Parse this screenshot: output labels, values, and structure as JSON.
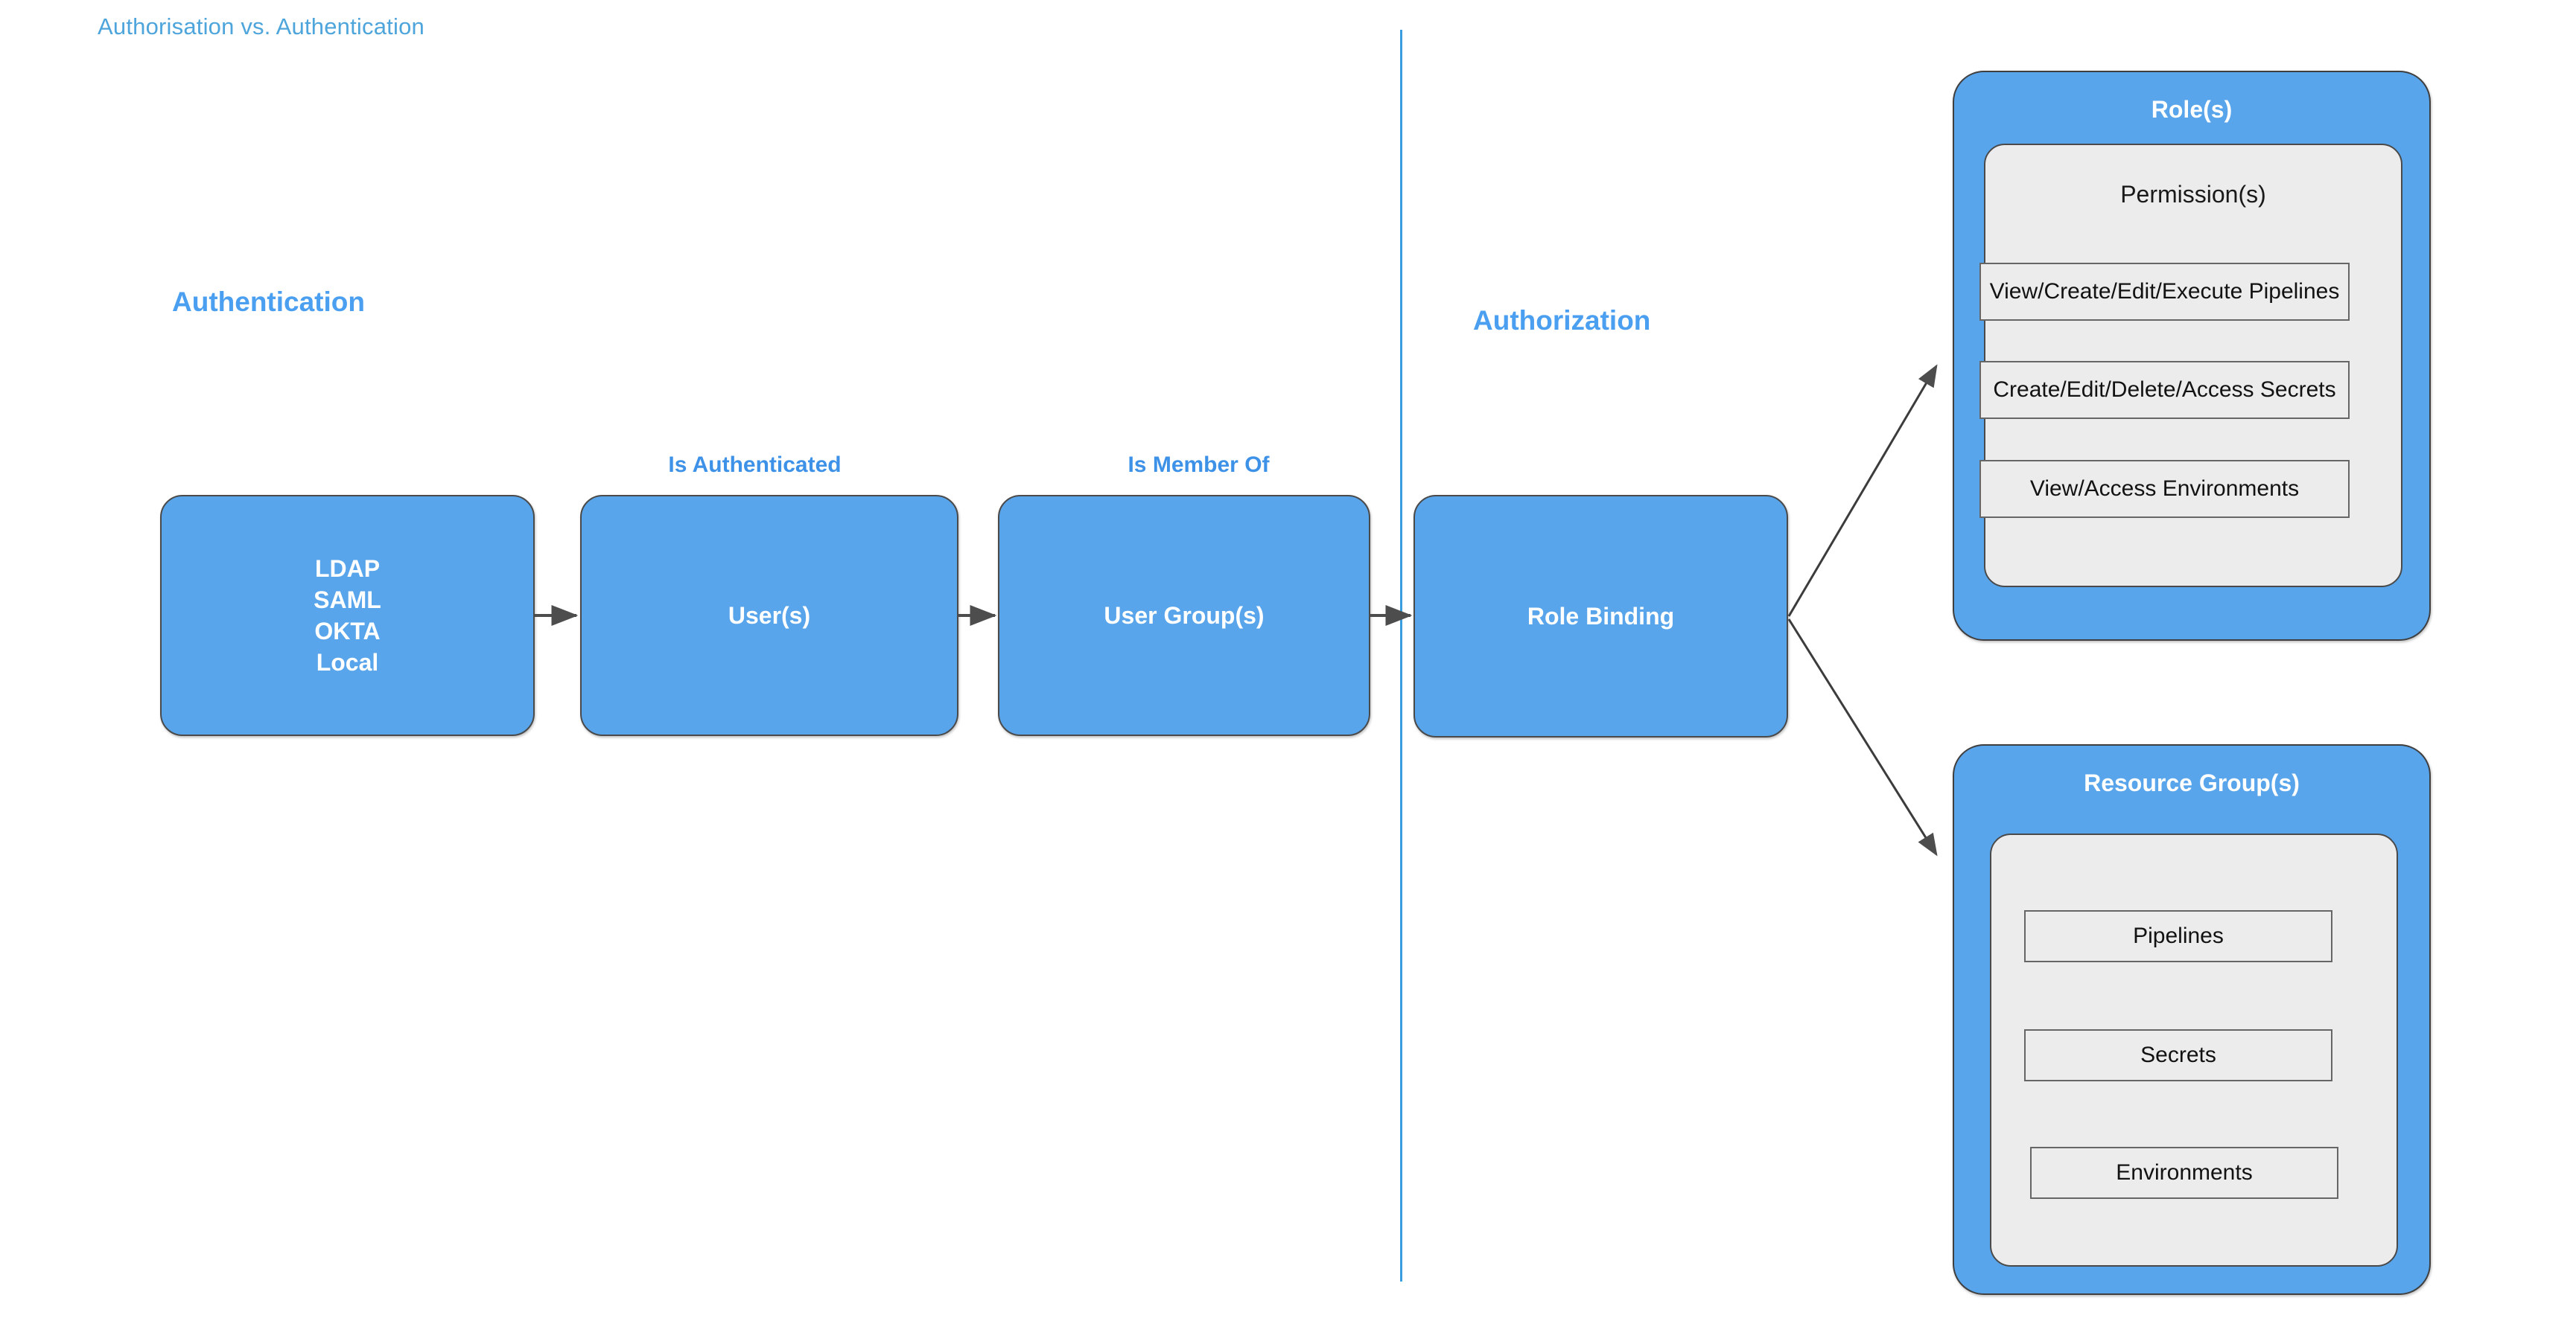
{
  "title": "Authorisation vs. Authentication",
  "colors": {
    "title_blue": "#4da5dc",
    "heading_blue": "#4a9ff0",
    "label_blue": "#3d92e8",
    "box_blue": "#58a5ec",
    "panel_gray": "#ececec",
    "border_dark": "#4a4a4a",
    "arrow_gray": "#4d4d4d",
    "divider_blue": "#3a9ede"
  },
  "sections": {
    "authentication": {
      "heading": "Authentication"
    },
    "authorization": {
      "heading": "Authorization"
    }
  },
  "flow": {
    "boxes": [
      {
        "id": "identity-providers",
        "lines": [
          "LDAP",
          "SAML",
          "OKTA",
          "Local"
        ]
      },
      {
        "id": "users",
        "label": "User(s)"
      },
      {
        "id": "user-groups",
        "label": "User Group(s)"
      },
      {
        "id": "role-binding",
        "label": "Role Binding"
      }
    ],
    "edge_labels": [
      {
        "id": "is-authenticated",
        "label": "Is Authenticated"
      },
      {
        "id": "is-member-of",
        "label": "Is Member Of"
      }
    ]
  },
  "panels": {
    "roles": {
      "title": "Role(s)",
      "inner_title": "Permission(s)",
      "items": [
        "View/Create/Edit/Execute Pipelines",
        "Create/Edit/Delete/Access Secrets",
        "View/Access Environments"
      ]
    },
    "resource_groups": {
      "title": "Resource Group(s)",
      "inner_title": "",
      "items": [
        "Pipelines",
        "Secrets",
        "Environments"
      ]
    }
  }
}
